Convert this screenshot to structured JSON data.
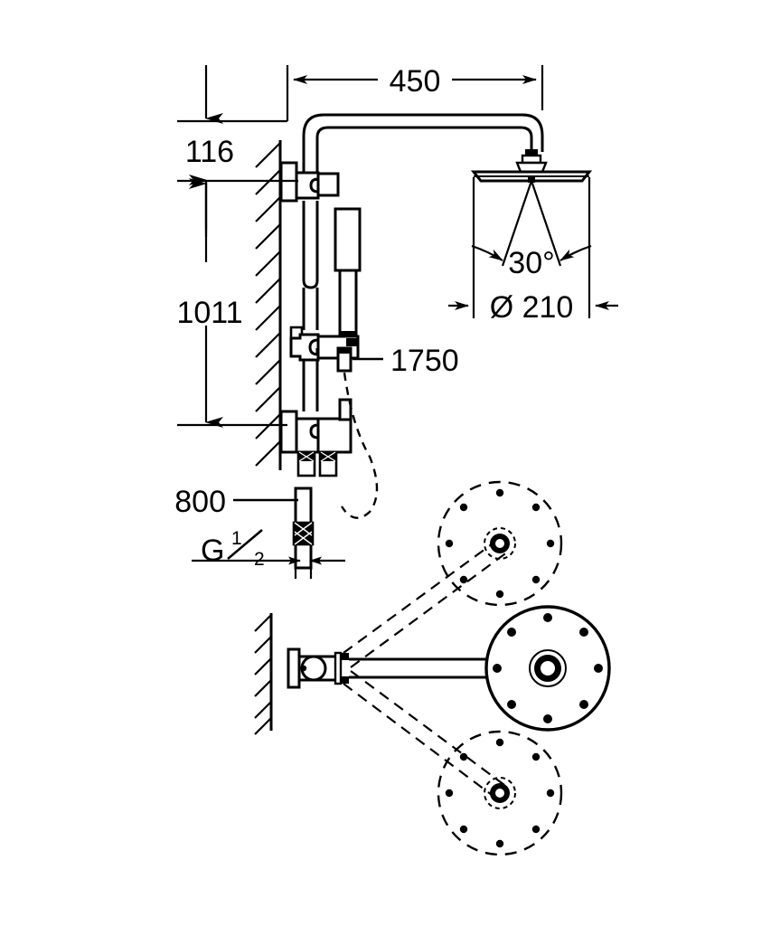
{
  "drawing": {
    "title": "Shower System Technical Dimension Drawing",
    "units": "mm",
    "line_color": "#000000",
    "background_color": "#ffffff",
    "views": [
      {
        "name": "front-elevation",
        "description": "Front elevation of wall mounted shower system with overhead shower, riser rail, hand shower and thermostatic mixer"
      },
      {
        "name": "swivel-detail",
        "description": "Plan detail showing the overhead shower arm swivel range with extreme positions drawn in hidden (dashed) line"
      }
    ]
  },
  "dimensions": {
    "projection": {
      "label": "450",
      "value": 450,
      "name": "arm-projection"
    },
    "top_offset": {
      "label": "116",
      "value": 116,
      "name": "head-drop"
    },
    "valve_height": {
      "label": "1011",
      "value": 1011,
      "name": "valve-height"
    },
    "rail_length": {
      "label": "1750",
      "value": 1750,
      "name": "rail-leader"
    },
    "hose_length": {
      "label": "800",
      "value": 800,
      "name": "hose-length"
    },
    "head_diameter": {
      "label": "Ø 210",
      "value": 210,
      "name": "head-diameter"
    },
    "spray_angle": {
      "label": "30°",
      "value": 30,
      "name": "spray-angle"
    },
    "thread": {
      "prefix": "G",
      "numerator": "1",
      "denominator": "2",
      "label": "G 1/2",
      "name": "thread-size"
    }
  },
  "labels": {
    "d450": "450",
    "d116": "116",
    "d1011": "1011",
    "d1750": "1750",
    "d800": "800",
    "diameter": "Ø 210",
    "angle": "30°",
    "thread_prefix": "G",
    "thread_num": "1",
    "thread_den": "2"
  }
}
